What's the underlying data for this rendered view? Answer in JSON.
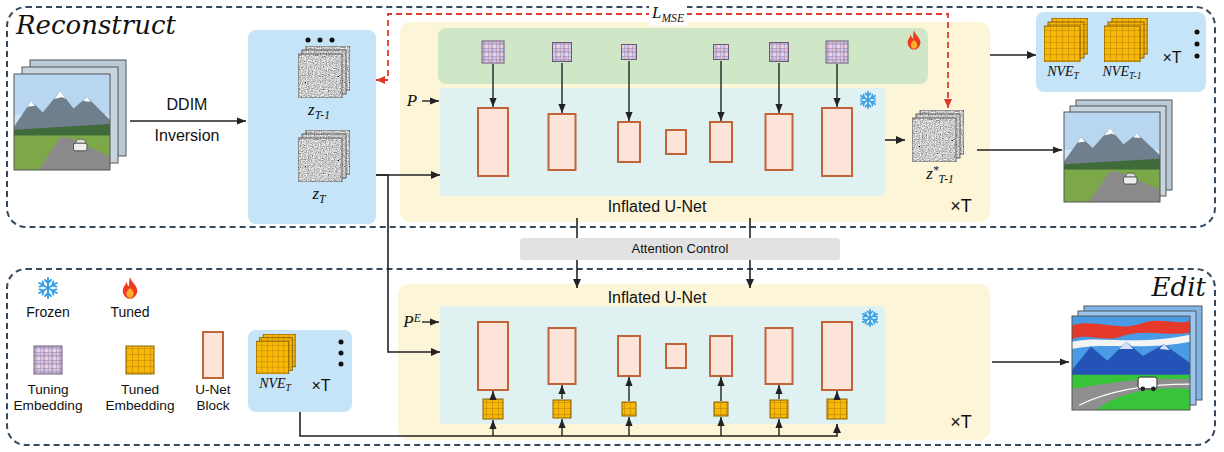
{
  "diagram": {
    "nodes": [
      {
        "text": [
          "Reconstruct"
        ]
      },
      {
        "text": [
          "zT-1",
          "zT"
        ],
        "in": 0
      },
      {
        "text": [
          "×T"
        ],
        "in": 0
      },
      {
        "text": [
          "Inflated U-Net"
        ],
        "in": 2
      },
      {
        "text": [
          "z*T-1"
        ],
        "in": 2
      },
      {
        "text": [
          "NVET",
          "NVET-1",
          "×T"
        ],
        "in": 0
      },
      {
        "text": [
          "Attention Control"
        ]
      },
      {
        "text": [
          "Edit"
        ]
      },
      {
        "text": [
          "×T"
        ],
        "in": 7
      },
      {
        "text": [
          "Inflated U-Net"
        ],
        "in": 8
      },
      {
        "text": [
          "NVET",
          "×T"
        ],
        "in": 7
      }
    ],
    "edges": [
      {
        "from": 1,
        "to": 3,
        "arrow": "to"
      },
      {
        "from": 1,
        "to": 9,
        "arrow": "to"
      },
      {
        "from": 3,
        "to": 4,
        "arrow": "to"
      },
      {
        "from": 4,
        "to": 1,
        "arrow": "both",
        "label": "LMSE"
      },
      {
        "from": 2,
        "to": 5,
        "arrow": "to"
      },
      {
        "from": 3,
        "to": 6,
        "arrow": "none"
      },
      {
        "from": 3,
        "to": 6,
        "arrow": "none"
      },
      {
        "from": 6,
        "to": 9,
        "arrow": "to"
      },
      {
        "from": 6,
        "to": 9,
        "arrow": "to"
      },
      {
        "from": 10,
        "to": 9,
        "arrow": "to"
      }
    ],
    "labels": [
      "DDIM",
      "Inversion",
      "P",
      "PE"
    ],
    "legend": [
      {
        "text": "Frozen"
      },
      {
        "text": "Tuned"
      },
      {
        "text": "Tuning Embedding"
      },
      {
        "text": "Tuned Embedding"
      },
      {
        "text": "U-Net Block"
      }
    ]
  }
}
